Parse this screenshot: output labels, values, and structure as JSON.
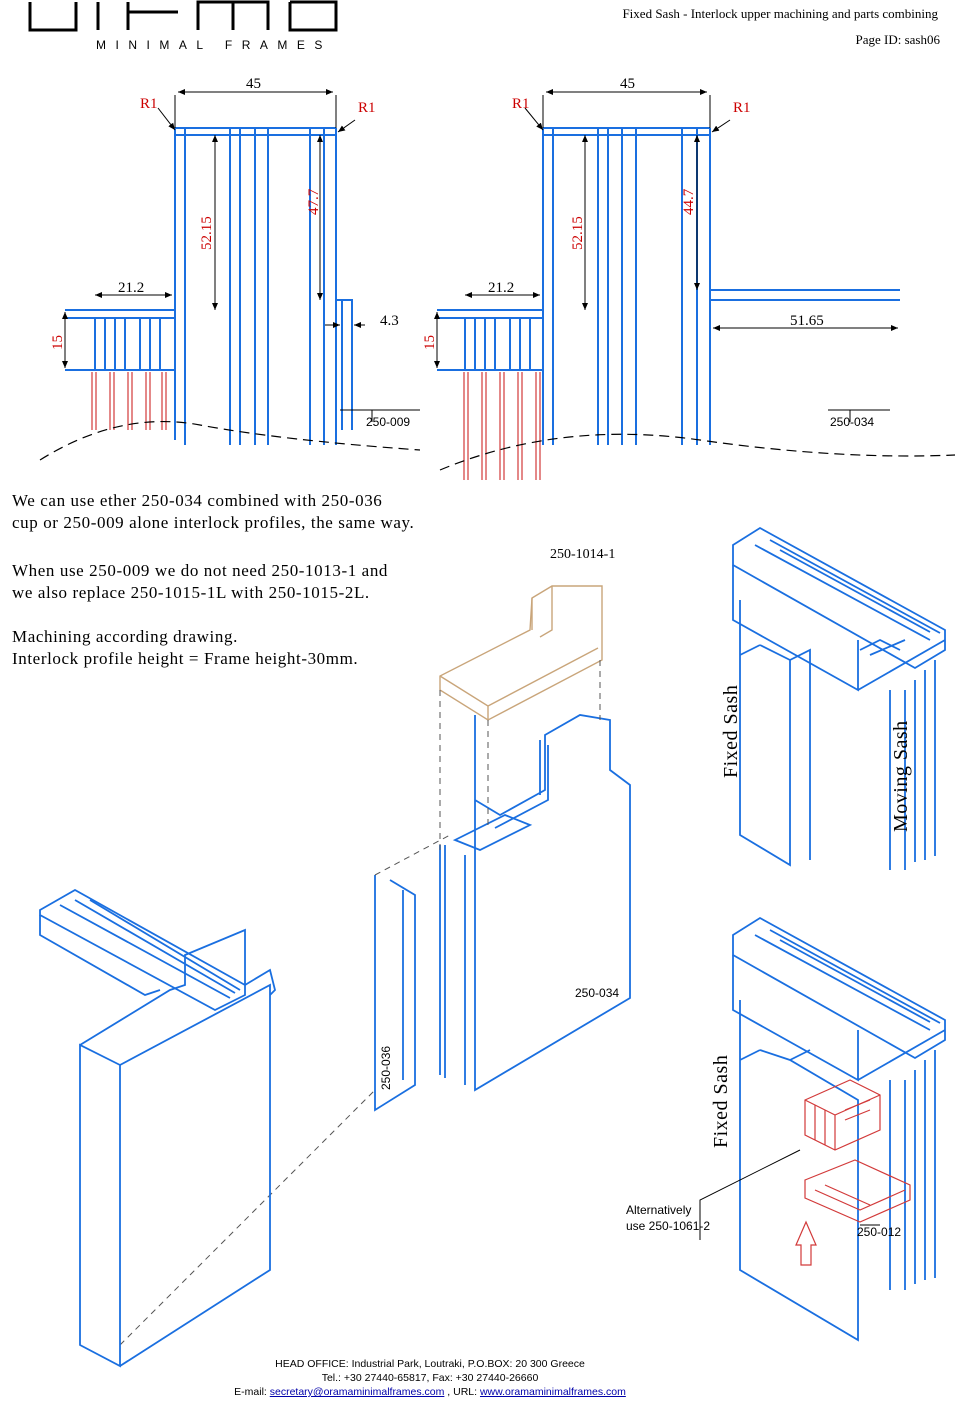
{
  "header": {
    "brand_sub": "MINIMAL FRAMES",
    "title": "Fixed Sash - Interlock upper machining and parts combining",
    "page_id": "Page ID: sash06"
  },
  "dims": {
    "left": {
      "r1a": "R1",
      "w45": "45",
      "r1b": "R1",
      "h5215": "52.15",
      "h477": "47.7",
      "w212": "21.2",
      "w43": "4.3",
      "h15": "15",
      "profile": "250-009"
    },
    "right": {
      "r1a": "R1",
      "w45": "45",
      "r1b": "R1",
      "h5215": "52.15",
      "h447": "44.7",
      "w212": "21.2",
      "w5165": "51.65",
      "h15": "15",
      "profile": "250-034"
    }
  },
  "notes": {
    "line1": "We can use ether 250-034 combined with 250-036",
    "line2": "cup or 250-009 alone interlock profiles, the same way.",
    "line3": "When use 250-009 we do not need 250-1013-1 and",
    "line4": "we also replace 250-1015-1L with 250-1015-2L.",
    "line5": "Machining according drawing.",
    "line6": "Interlock profile height = Frame height-30mm."
  },
  "labels": {
    "part_1014": "250-1014-1",
    "fixed_sash_top": "Fixed Sash",
    "moving_sash": "Moving Sash",
    "part_034": "250-034",
    "part_036": "250-036",
    "fixed_sash_bottom": "Fixed Sash",
    "alt_line1": "Alternatively",
    "alt_line2": "use 250-1061-2",
    "part_012": "250-012"
  },
  "footer": {
    "line1": "HEAD OFFICE:  Industrial Park, Loutraki, P.O.BOX: 20 300 Greece",
    "line2": "Tel.: +30 27440-65817, Fax: +30 27440-26660",
    "email_label": "E-mail: ",
    "email": "secretary@oramaminimalframes.com",
    "url_label": " , URL: ",
    "url": "www.oramaminimalframes.com"
  },
  "colors": {
    "profile_blue": "#1a6fe0",
    "machining_red": "#d23a3a",
    "part_tan": "#c9a57a"
  }
}
